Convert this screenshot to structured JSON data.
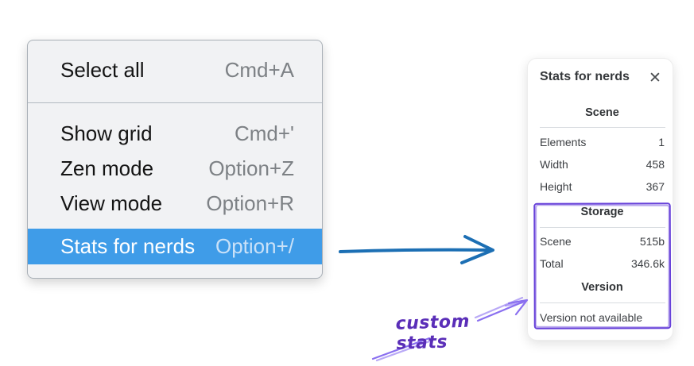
{
  "context_menu": {
    "items": [
      {
        "label": "Select all",
        "shortcut": "Cmd+A",
        "highlighted": false
      },
      {
        "label": "Show grid",
        "shortcut": "Cmd+'",
        "highlighted": false
      },
      {
        "label": "Zen mode",
        "shortcut": "Option+Z",
        "highlighted": false
      },
      {
        "label": "View mode",
        "shortcut": "Option+R",
        "highlighted": false
      },
      {
        "label": "Stats for nerds",
        "shortcut": "Option+/",
        "highlighted": true
      }
    ],
    "highlight_color": "#3f9ce8"
  },
  "stats_panel": {
    "title": "Stats for nerds",
    "close_glyph": "✕",
    "scene_section": {
      "header": "Scene",
      "rows": [
        {
          "label": "Elements",
          "value": "1"
        },
        {
          "label": "Width",
          "value": "458"
        },
        {
          "label": "Height",
          "value": "367"
        }
      ]
    },
    "storage_section": {
      "header": "Storage",
      "rows": [
        {
          "label": "Scene",
          "value": "515b"
        },
        {
          "label": "Total",
          "value": "346.6k"
        }
      ]
    },
    "version_section": {
      "header": "Version",
      "note": "Version not available"
    }
  },
  "annotations": {
    "custom_stats_label": "custom stats",
    "label_color": "#5a2eb8",
    "blue_arrow_color": "#1c6fb4",
    "purple_stroke_color": "#8a6ff0",
    "highlight_box_color": "#6741d9"
  }
}
